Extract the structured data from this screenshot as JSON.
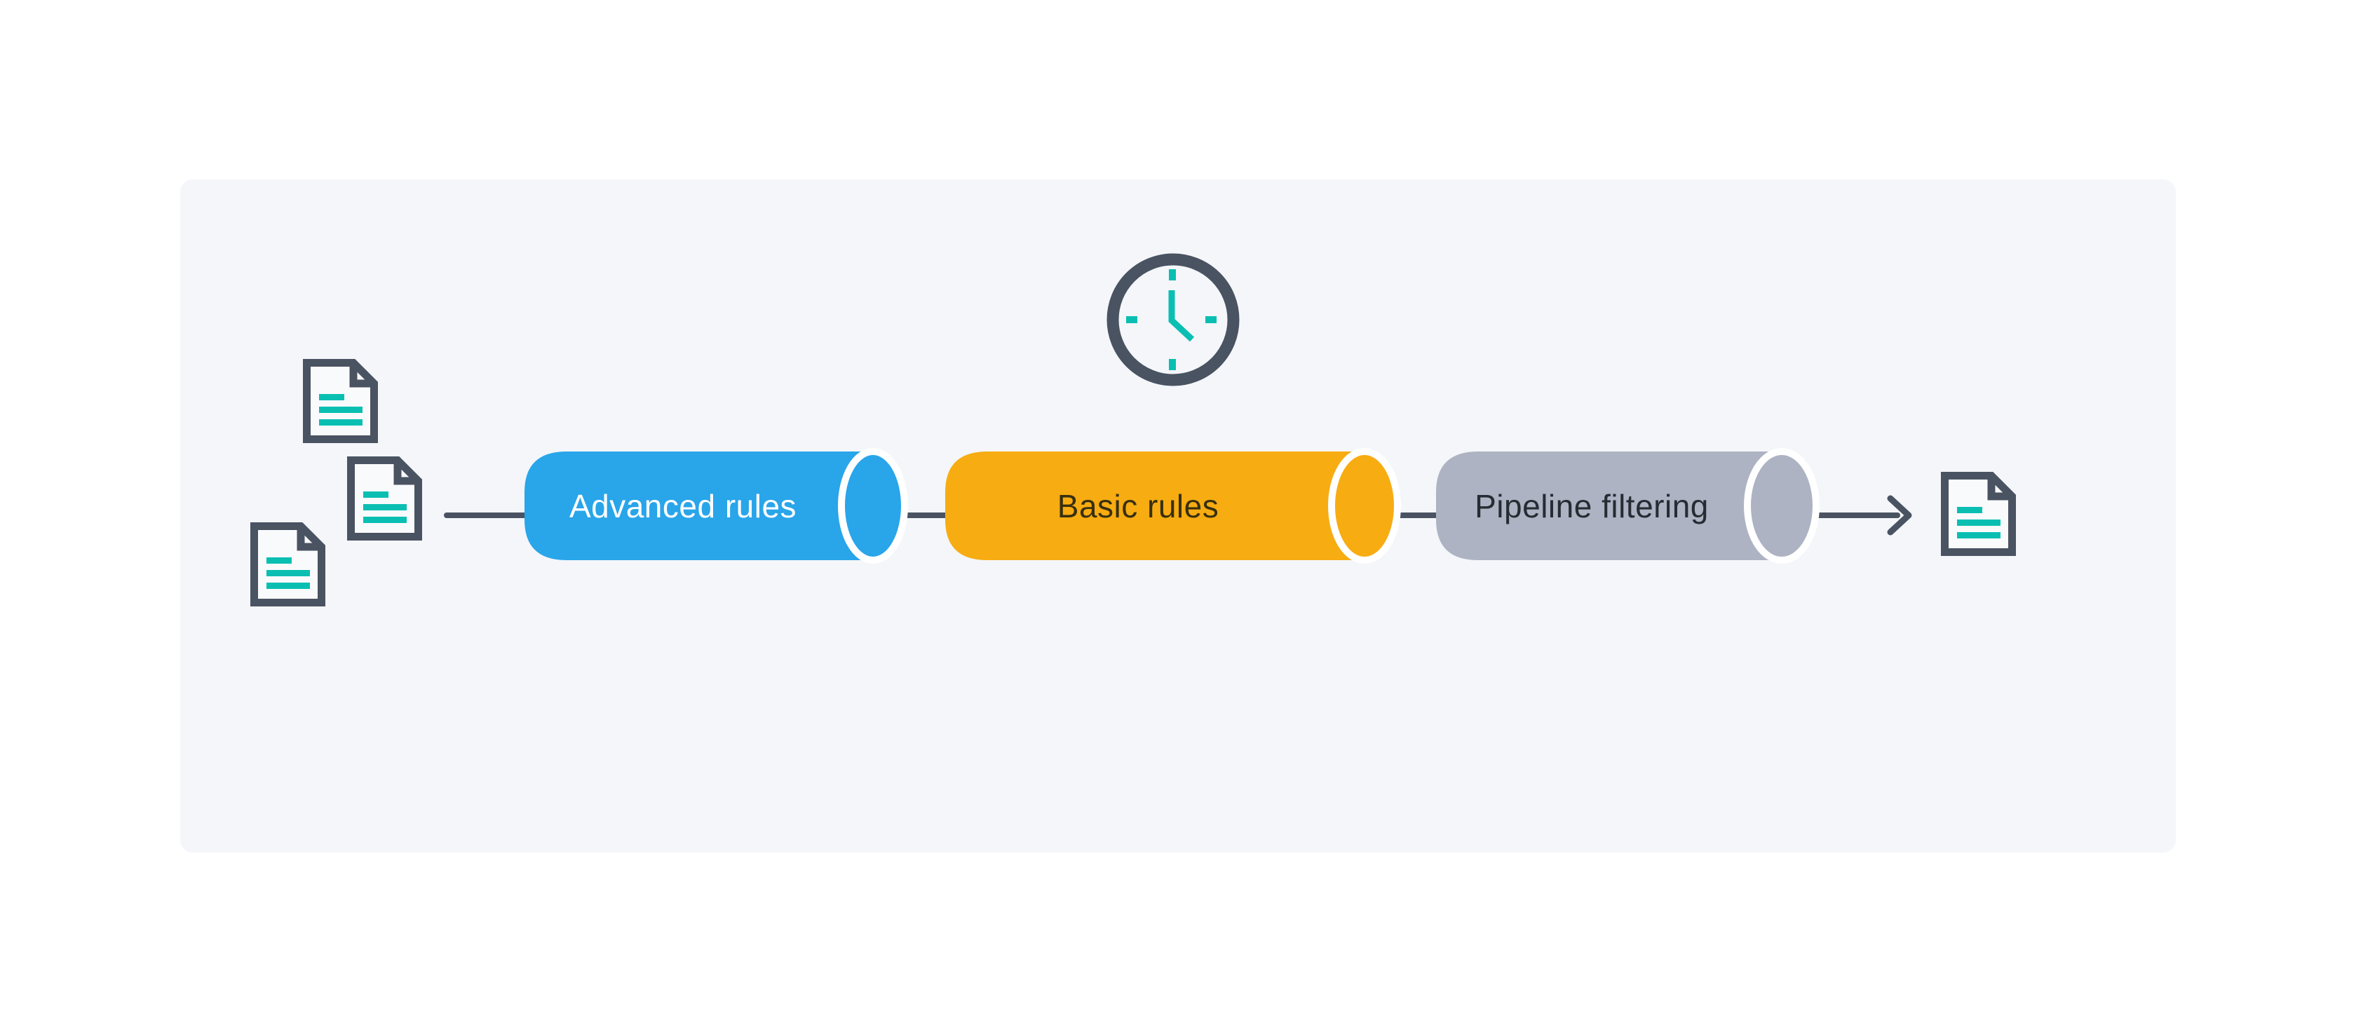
{
  "diagram": {
    "title": "rules-pipeline-diagram",
    "stages": [
      {
        "label": "Advanced rules",
        "color": "#29A5EA",
        "text_color": "#FFFFFF"
      },
      {
        "label": "Basic rules",
        "color": "#F7AC12",
        "text_color": "#38300F"
      },
      {
        "label": "Pipeline filtering",
        "color": "#ADB3C2",
        "text_color": "#272B33"
      }
    ],
    "icons": {
      "clock": "clock-icon",
      "input_document_count": 3,
      "output_document_count": 1,
      "arrow": "right-arrow-icon"
    },
    "colors": {
      "page_background": "#FFFFFF",
      "panel_background": "#F4F6FA",
      "outline_slate": "#4A5361",
      "accent_teal": "#0ABFB2",
      "cap_gap_stroke": "#FFFFFF",
      "document_fill": "#F9FAFC"
    }
  }
}
